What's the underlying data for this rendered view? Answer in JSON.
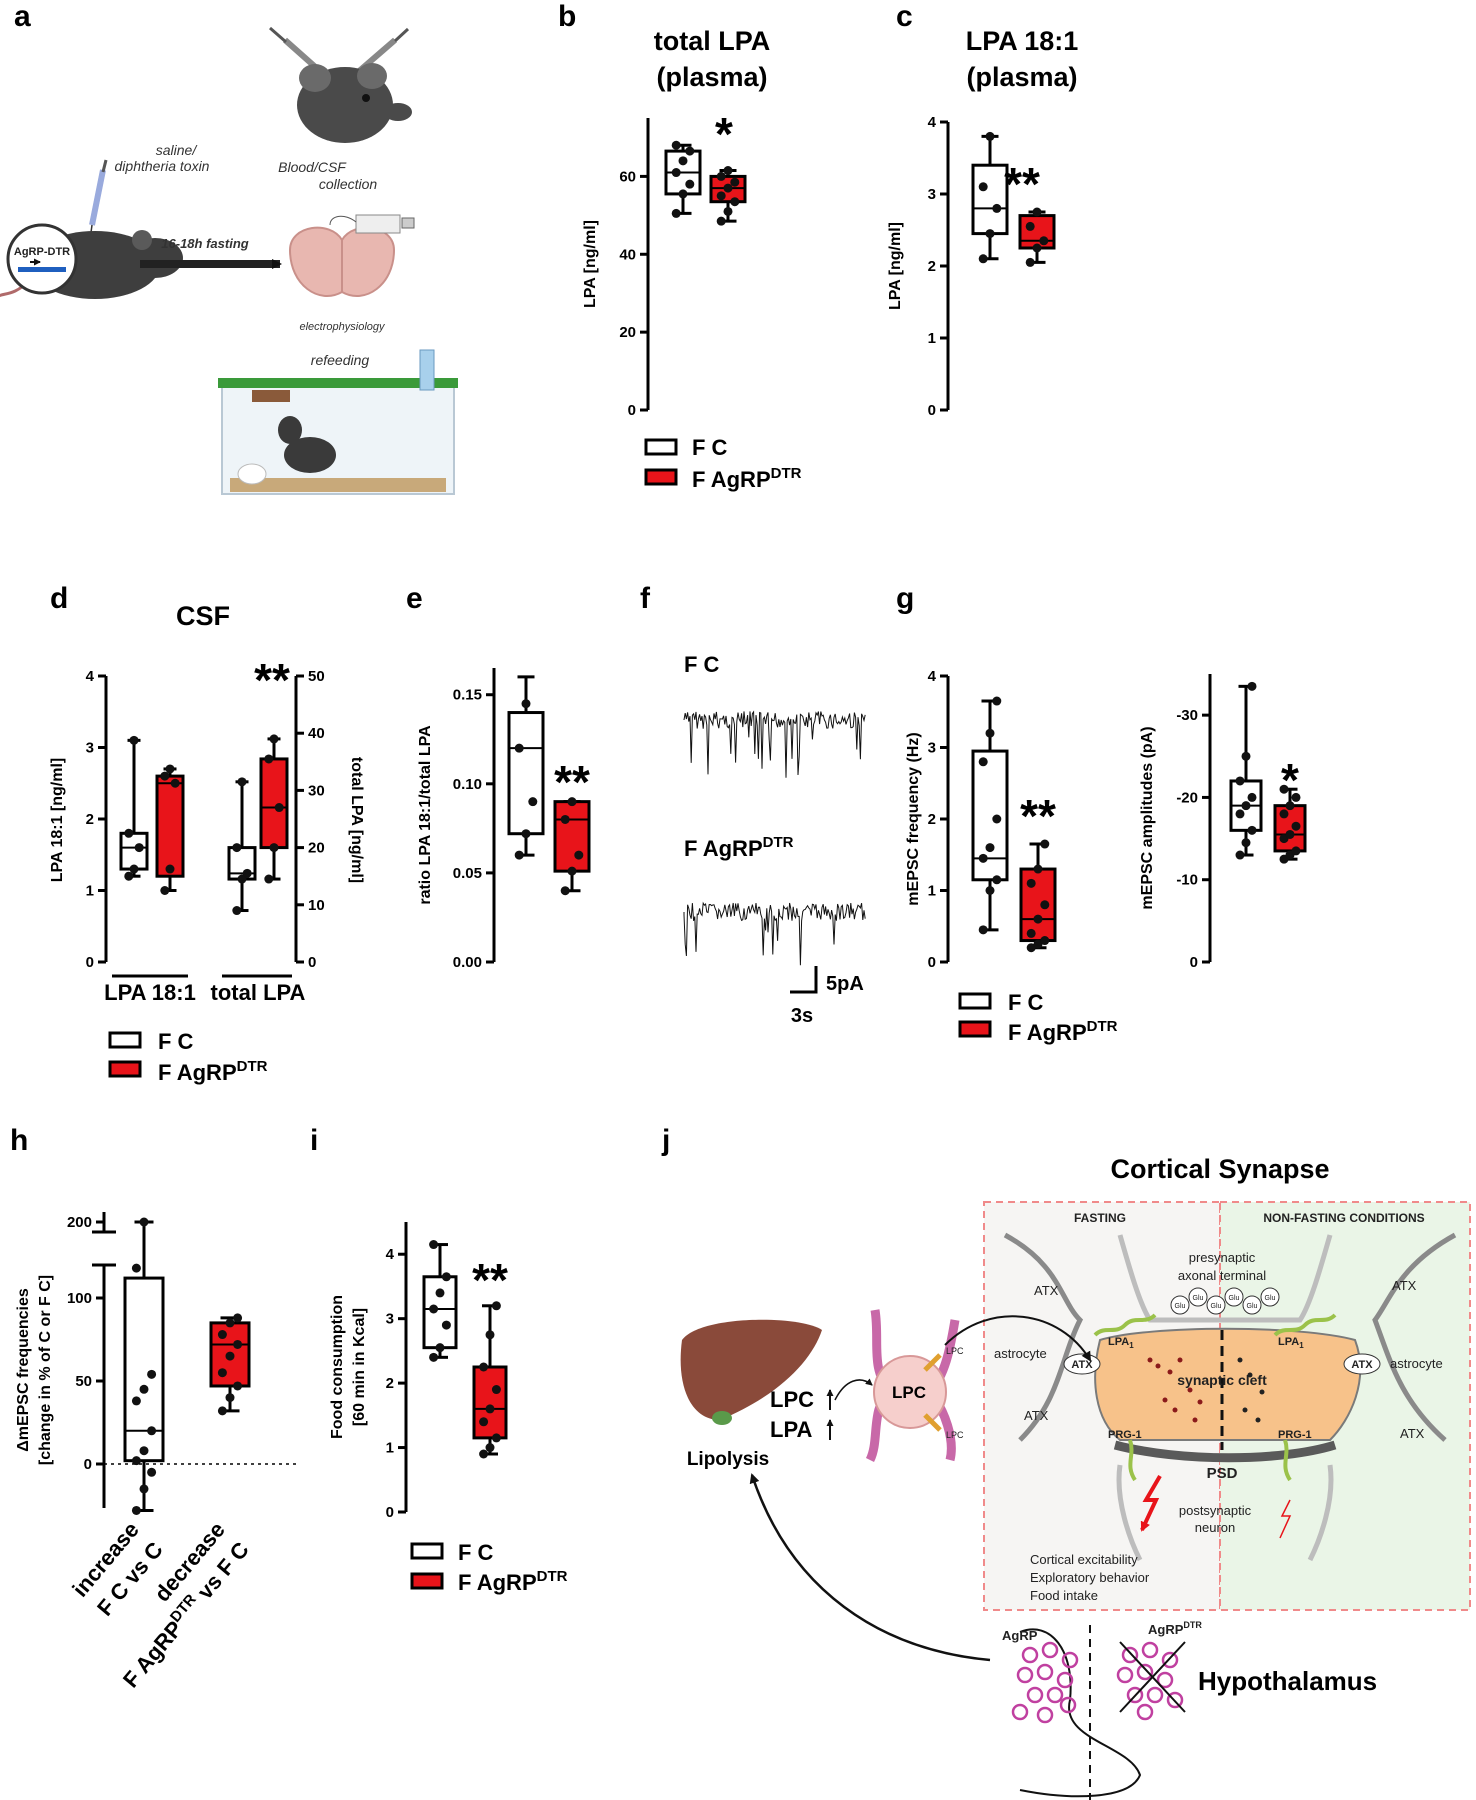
{
  "panel_labels": {
    "a": "a",
    "b": "b",
    "c": "c",
    "d": "d",
    "e": "e",
    "f": "f",
    "g": "g",
    "h": "h",
    "i": "i",
    "j": "j"
  },
  "colors": {
    "control": "#ffffff",
    "treatment": "#e8141a",
    "outline": "#000000"
  },
  "legend": {
    "control": "F C",
    "treatment_base": "F AgRP",
    "treatment_sup": "DTR"
  },
  "panel_a": {
    "injection": "saline/",
    "injection2": "diphtheria toxin",
    "collection": "Blood/CSF",
    "collection2": "collection",
    "mouse_tag": "AgRP-DTR",
    "fasting": "16-18h fasting",
    "ephys": "electrophysiology",
    "refeeding": "refeeding"
  },
  "chart_data": [
    {
      "id": "b",
      "type": "box",
      "title": "total LPA",
      "title2": "(plasma)",
      "ylabel": "LPA [ng/ml]",
      "ylim": [
        0,
        75
      ],
      "yticks": [
        0,
        20,
        40,
        60
      ],
      "groups": [
        {
          "name": "F C",
          "color": "#ffffff",
          "min": 50.5,
          "q1": 55.5,
          "median": 61,
          "q3": 66.5,
          "max": 68,
          "points": [
            50.5,
            55.5,
            58,
            61,
            64,
            66.5,
            68
          ]
        },
        {
          "name": "F AgRPDTR",
          "color": "#e8141a",
          "min": 48.5,
          "q1": 53.5,
          "median": 57,
          "q3": 60,
          "max": 61.5,
          "points": [
            48.5,
            51,
            53.5,
            55,
            57,
            58.5,
            60,
            61.5
          ]
        }
      ],
      "significance": "*"
    },
    {
      "id": "c",
      "type": "box",
      "title": "LPA 18:1",
      "title2": "(plasma)",
      "ylabel": "LPA [ng/ml]",
      "ylim": [
        0,
        4
      ],
      "yticks": [
        0,
        1,
        2,
        3,
        4
      ],
      "groups": [
        {
          "name": "F C",
          "color": "#ffffff",
          "min": 2.1,
          "q1": 2.45,
          "median": 2.8,
          "q3": 3.4,
          "max": 3.8,
          "points": [
            2.1,
            2.45,
            2.8,
            3.1,
            3.8
          ]
        },
        {
          "name": "F AgRPDTR",
          "color": "#e8141a",
          "min": 2.05,
          "q1": 2.25,
          "median": 2.35,
          "q3": 2.7,
          "max": 2.75,
          "points": [
            2.05,
            2.25,
            2.35,
            2.55,
            2.75
          ]
        }
      ],
      "significance": "**"
    },
    {
      "id": "d",
      "type": "box",
      "title": "CSF",
      "ylabel": "LPA 18:1 [ng/ml]",
      "y2label": "total LPA [ng/ml]",
      "ylim": [
        0,
        4
      ],
      "yticks": [
        0,
        1,
        2,
        3,
        4
      ],
      "y2lim": [
        0,
        50
      ],
      "y2ticks": [
        0,
        10,
        20,
        30,
        40,
        50
      ],
      "xlabels": [
        "LPA 18:1",
        "total LPA"
      ],
      "groups": [
        {
          "name": "F C",
          "cat": "LPA 18:1",
          "axis": "left",
          "color": "#ffffff",
          "min": 1.2,
          "q1": 1.3,
          "median": 1.6,
          "q3": 1.8,
          "max": 3.1,
          "points": [
            1.2,
            1.3,
            1.6,
            1.8,
            3.1
          ]
        },
        {
          "name": "F AgRPDTR",
          "cat": "LPA 18:1",
          "axis": "left",
          "color": "#e8141a",
          "min": 1.0,
          "q1": 1.2,
          "median": 2.5,
          "q3": 2.6,
          "max": 2.7,
          "points": [
            1.0,
            1.3,
            2.5,
            2.6,
            2.7
          ]
        },
        {
          "name": "F C",
          "cat": "total LPA",
          "axis": "right",
          "color": "#ffffff",
          "min": 9,
          "q1": 14.5,
          "median": 15.5,
          "q3": 20,
          "max": 31.5,
          "points": [
            9,
            14.5,
            15.5,
            20,
            31.5
          ]
        },
        {
          "name": "F AgRPDTR",
          "cat": "total LPA",
          "axis": "right",
          "color": "#e8141a",
          "min": 14.5,
          "q1": 20,
          "median": 27,
          "q3": 35.5,
          "max": 39,
          "points": [
            14.5,
            20,
            27,
            35.5,
            39
          ]
        }
      ],
      "significance": "**"
    },
    {
      "id": "e",
      "type": "box",
      "ylabel": "ratio LPA 18:1/total LPA",
      "ylim": [
        0,
        0.165
      ],
      "yticks": [
        0.0,
        0.05,
        0.1,
        0.15
      ],
      "groups": [
        {
          "name": "F C",
          "color": "#ffffff",
          "min": 0.06,
          "q1": 0.072,
          "median": 0.12,
          "q3": 0.14,
          "max": 0.16,
          "points": [
            0.06,
            0.072,
            0.09,
            0.12,
            0.145
          ]
        },
        {
          "name": "F AgRPDTR",
          "color": "#e8141a",
          "min": 0.04,
          "q1": 0.051,
          "median": 0.08,
          "q3": 0.09,
          "max": 0.09,
          "points": [
            0.04,
            0.051,
            0.06,
            0.08,
            0.09
          ]
        }
      ],
      "significance": "**"
    },
    {
      "id": "g1",
      "type": "box",
      "ylabel": "mEPSC frequency (Hz)",
      "ylim": [
        0,
        4
      ],
      "yticks": [
        0,
        1,
        2,
        3,
        4
      ],
      "groups": [
        {
          "name": "F C",
          "color": "#ffffff",
          "min": 0.45,
          "q1": 1.15,
          "median": 1.45,
          "q3": 2.95,
          "max": 3.65,
          "points": [
            0.45,
            1.0,
            1.15,
            1.45,
            1.6,
            2.0,
            2.8,
            3.2,
            3.65
          ]
        },
        {
          "name": "F AgRPDTR",
          "color": "#e8141a",
          "min": 0.2,
          "q1": 0.3,
          "median": 0.6,
          "q3": 1.3,
          "max": 1.65,
          "points": [
            0.2,
            0.25,
            0.3,
            0.4,
            0.6,
            0.8,
            1.1,
            1.3,
            1.65
          ]
        }
      ],
      "significance": "**"
    },
    {
      "id": "g2",
      "type": "box",
      "ylabel": "mEPSC amplitudes (pA)",
      "ylim": [
        0,
        -35
      ],
      "yticks": [
        0,
        -10,
        -20,
        -30
      ],
      "groups": [
        {
          "name": "F C",
          "color": "#ffffff",
          "min": -13,
          "q1": -16,
          "median": -19,
          "q3": -22,
          "max": -33.5,
          "points": [
            -13,
            -14.5,
            -16,
            -18,
            -19,
            -20,
            -22,
            -25,
            -33.5
          ]
        },
        {
          "name": "F AgRPDTR",
          "color": "#e8141a",
          "min": -12.5,
          "q1": -13.5,
          "median": -15.5,
          "q3": -19,
          "max": -21,
          "points": [
            -12.5,
            -13,
            -13.5,
            -15,
            -15.5,
            -16.5,
            -18,
            -19,
            -20,
            -21
          ]
        }
      ],
      "significance": "*"
    },
    {
      "id": "h",
      "type": "box",
      "ylabel": "ΔmEPSC frequencies",
      "ylabel2": "[change in % of C or F C]",
      "ylim": [
        -30,
        205
      ],
      "yticks": [
        0,
        50,
        100,
        200
      ],
      "xlabels": [
        "increase",
        "F C vs C",
        "decrease",
        "F AgRP",
        "DTR",
        "vs F C"
      ],
      "groups": [
        {
          "name": "increase F C vs C",
          "color": "#ffffff",
          "min": -28,
          "q1": 2,
          "median": 20,
          "q3": 112,
          "max": 200,
          "points": [
            -28,
            -15,
            -5,
            2,
            8,
            20,
            38,
            45,
            54,
            118,
            200
          ]
        },
        {
          "name": "decrease F AgRPDTR vs F C",
          "color": "#e8141a",
          "min": 32,
          "q1": 47,
          "median": 72,
          "q3": 85,
          "max": 88,
          "points": [
            32,
            40,
            47,
            55,
            65,
            72,
            78,
            85,
            88
          ]
        }
      ]
    },
    {
      "id": "i",
      "type": "box",
      "ylabel": "Food consumption",
      "ylabel2": "[60 min in Kcal]",
      "ylim": [
        0,
        4.5
      ],
      "yticks": [
        0,
        1,
        2,
        3,
        4
      ],
      "groups": [
        {
          "name": "F C",
          "color": "#ffffff",
          "min": 2.4,
          "q1": 2.55,
          "median": 3.15,
          "q3": 3.65,
          "max": 4.15,
          "points": [
            2.4,
            2.55,
            2.9,
            3.15,
            3.4,
            3.65,
            4.15
          ]
        },
        {
          "name": "F AgRPDTR",
          "color": "#e8141a",
          "min": 0.9,
          "q1": 1.15,
          "median": 1.6,
          "q3": 2.25,
          "max": 3.2,
          "points": [
            0.9,
            1.0,
            1.15,
            1.4,
            1.6,
            1.9,
            2.25,
            2.75,
            3.2
          ]
        }
      ],
      "significance": "**"
    }
  ],
  "panel_d_title": "CSF",
  "panel_f": {
    "control": "F C",
    "treatment_base": "F AgRP",
    "treatment_sup": "DTR",
    "scale_y": "5pA",
    "scale_x": "3s"
  },
  "panel_h": {
    "x1a": "increase",
    "x1b": "F C vs C",
    "x2a": "decrease",
    "x2b": "F AgRP",
    "x2c": "DTR",
    "x2d": " vs F C"
  },
  "panel_j": {
    "title": "Cortical Synapse",
    "fasting": "FASTING",
    "nonfasting": "NON-FASTING  CONDITIONS",
    "presyn1": "presynaptic",
    "presyn2": "axonal terminal",
    "atx": "ATX",
    "astrocyte": "astrocyte",
    "cleft": "synaptic cleft",
    "psd": "PSD",
    "post1": "postsynaptic",
    "post2": "neuron",
    "lpc": "LPC",
    "lpa": "LPA",
    "lipolysis": "Lipolysis",
    "lpc_small": "LPC",
    "lpa1": "LPA",
    "lpa1_sub": "1",
    "prg1": "PRG-1",
    "glu": "Glu",
    "eff1": "Cortical excitability",
    "eff2": "Exploratory behavior",
    "eff3": "Food intake",
    "agrp": "AgRP",
    "agrp_dtr_base": "AgRP",
    "agrp_dtr_sup": "DTR",
    "hypothalamus": "Hypothalamus"
  }
}
